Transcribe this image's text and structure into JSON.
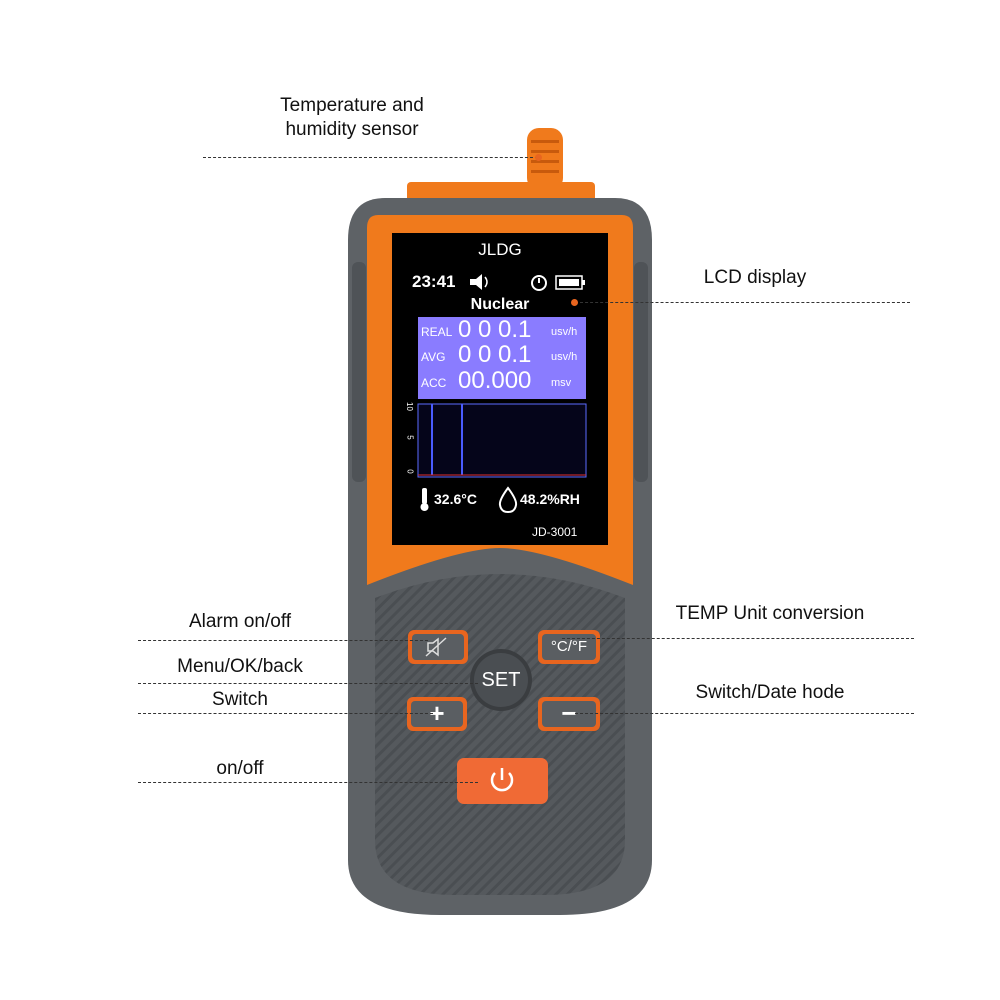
{
  "callouts": {
    "sensor_line1": "Temperature and",
    "sensor_line2": "humidity sensor",
    "lcd": "LCD display",
    "alarm": "Alarm on/off",
    "menu": "Menu/OK/back",
    "switch": "Switch",
    "power": "on/off",
    "temp_unit": "TEMP Unit conversion",
    "switch_date": "Switch/Date hode"
  },
  "device": {
    "brand": "JLDG",
    "model": "JD-3001",
    "time": "23:41",
    "mode_title": "Nuclear",
    "readings": [
      {
        "label": "REAL",
        "value": "0 0 0.1",
        "unit": "usv/h"
      },
      {
        "label": "AVG",
        "value": "0 0 0.1",
        "unit": "usv/h"
      },
      {
        "label": "ACC",
        "value": "00.000",
        "unit": "msv"
      }
    ],
    "graph_ticks": [
      "10",
      "5",
      "0"
    ],
    "temperature": "32.6°C",
    "humidity": "48.2%RH",
    "buttons": {
      "set": "SET",
      "temp_unit": "°C/°F",
      "plus": "+",
      "minus": "−"
    },
    "icons": [
      "speaker-icon",
      "timer-icon",
      "battery-icon",
      "thermometer-icon",
      "droplet-icon",
      "mute-icon",
      "power-icon"
    ],
    "colors": {
      "body": "#5b5f63",
      "accent": "#f07a1c",
      "screen_panel": "#8a7cff",
      "screen_bg": "#000000"
    }
  }
}
